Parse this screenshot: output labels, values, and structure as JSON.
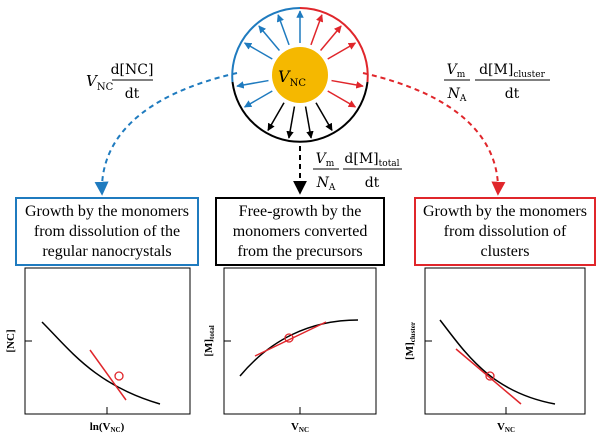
{
  "colors": {
    "blue": "#1f7bbf",
    "black": "#000000",
    "red": "#e0262b",
    "core": "#f5b800"
  },
  "center": {
    "label_main": "V",
    "label_sub": "NC"
  },
  "rates": {
    "left": {
      "prefix": "V",
      "prefix_sub": "NC",
      "numerator": "d[NC]",
      "denominator": "dt"
    },
    "middle": {
      "vm": "V",
      "vm_sub": "m",
      "na": "N",
      "na_sub": "A",
      "numerator": "d[M]",
      "numerator_sub": "total",
      "denominator": "dt"
    },
    "right": {
      "vm": "V",
      "vm_sub": "m",
      "na": "N",
      "na_sub": "A",
      "numerator": "d[M]",
      "numerator_sub": "cluster",
      "denominator": "dt"
    }
  },
  "boxes": [
    {
      "lines": [
        "Growth by the monomers",
        "from dissolution of the",
        "regular nanocrystals"
      ]
    },
    {
      "lines": [
        "Free-growth by the",
        "monomers converted",
        "from the precursors"
      ]
    },
    {
      "lines": [
        "Growth by the monomers",
        "from dissolution of",
        "clusters"
      ]
    }
  ],
  "plots": [
    {
      "ylabel": "[NC]",
      "ylabel_sub": "",
      "xlabel_pre": "ln(V",
      "xlabel_sub": "NC",
      "xlabel_post": ")"
    },
    {
      "ylabel": "[M]",
      "ylabel_sub": "total",
      "xlabel_pre": "V",
      "xlabel_sub": "NC",
      "xlabel_post": ""
    },
    {
      "ylabel": "[M]",
      "ylabel_sub": "cluster",
      "xlabel_pre": "V",
      "xlabel_sub": "NC",
      "xlabel_post": ""
    }
  ]
}
